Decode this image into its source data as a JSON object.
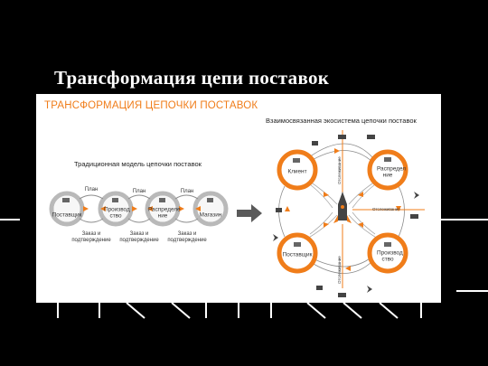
{
  "slide_title": "Трансформация цепи поставок",
  "panel": {
    "heading": "ТРАНСФОРМАЦИЯ ЦЕПОЧКИ ПОСТАВОК",
    "traditional": {
      "title": "Традиционная модель цепочки поставок",
      "nodes": [
        "Поставщик",
        "Производ ство",
        "Распределе ние",
        "Магазин"
      ],
      "plan_label": "План",
      "order_label": "Заказ и подтверждение"
    },
    "ecosystem": {
      "title": "Взаимосвязанная экосистема цепочки поставок",
      "nodes": [
        "Клиент",
        "Распредел ние",
        "Поставщик",
        "Производ ство"
      ],
      "tracking_label": "Отслеживание"
    }
  },
  "colors": {
    "accent": "#f07d1a",
    "gray_ring": "#b9b9b9",
    "gray_fill": "#9a9a9a",
    "arrow": "#5a5a5a"
  },
  "icons": [
    "truck-icon",
    "airplane-icon",
    "ship-icon",
    "factory-icon",
    "warehouse-icon",
    "person-icon",
    "rocket-icon"
  ]
}
